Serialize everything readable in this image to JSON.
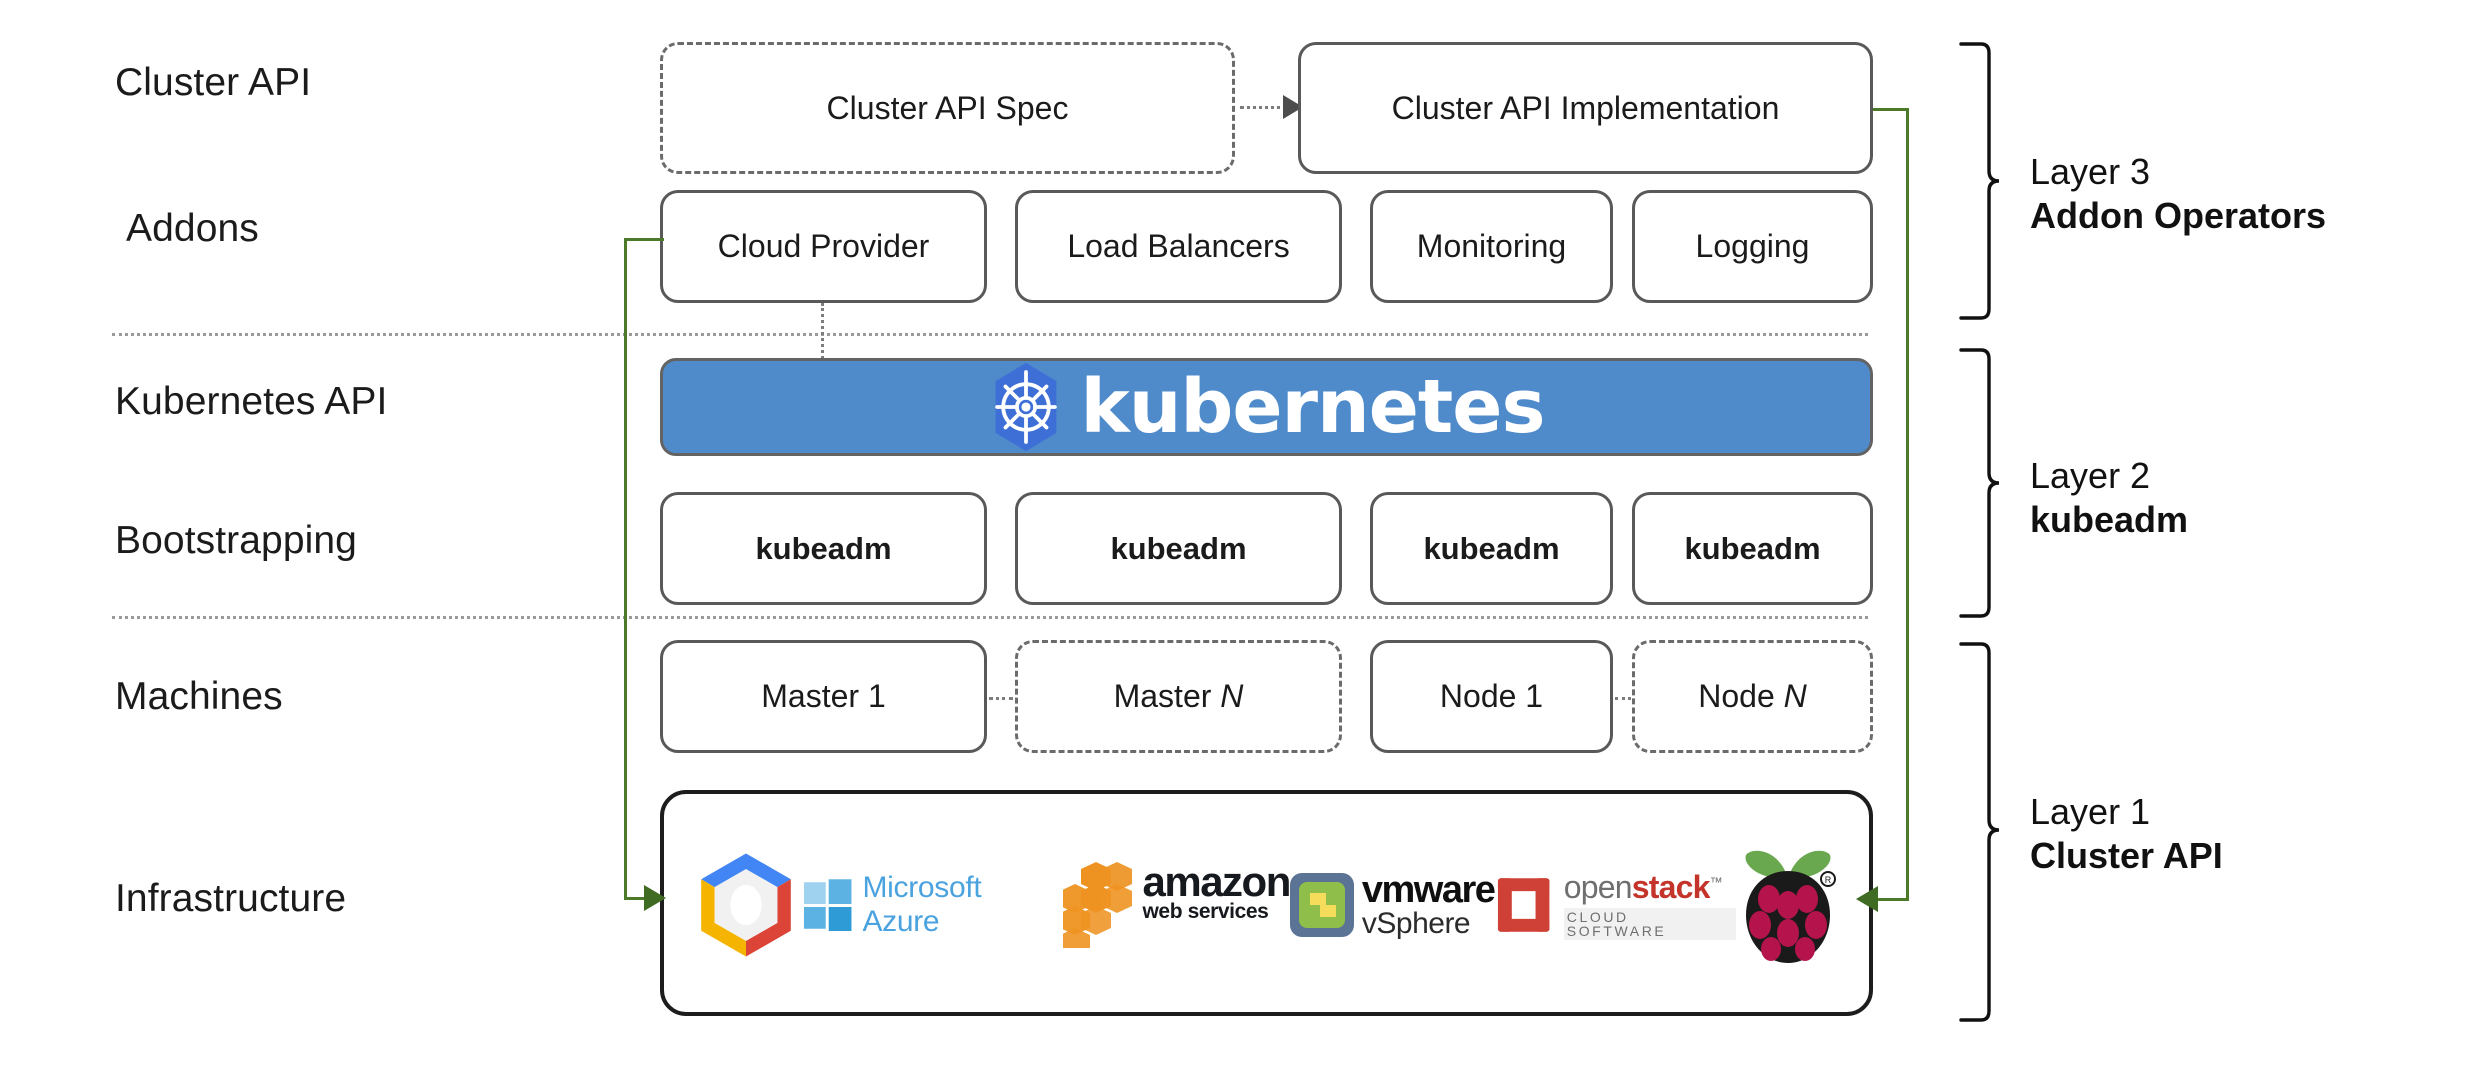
{
  "diagram": {
    "title": "Kubernetes Cluster API layered architecture",
    "accent_green": "#4c7a2a",
    "k8s_blue": "#4f8bcb",
    "k8s_logo_blue": "#3d6fd6",
    "box_border": "#595959"
  },
  "row_labels": [
    {
      "id": "cluster-api",
      "text": "Cluster API"
    },
    {
      "id": "addons",
      "text": "Addons"
    },
    {
      "id": "kubernetes-api",
      "text": "Kubernetes API"
    },
    {
      "id": "bootstrapping",
      "text": "Bootstrapping"
    },
    {
      "id": "machines",
      "text": "Machines"
    },
    {
      "id": "infrastructure",
      "text": "Infrastructure"
    }
  ],
  "cluster_api_row": {
    "spec": {
      "label": "Cluster API Spec",
      "style": "dashed"
    },
    "implementation": {
      "label": "Cluster API Implementation",
      "style": "solid"
    },
    "connector": "dotted-arrow-right"
  },
  "addons_row": [
    {
      "label": "Cloud Provider"
    },
    {
      "label": "Load Balancers"
    },
    {
      "label": "Monitoring"
    },
    {
      "label": "Logging"
    }
  ],
  "kubernetes_banner": {
    "wordmark": "kubernetes",
    "logo_icon": "kubernetes-helm-wheel-icon"
  },
  "bootstrapping_row": [
    {
      "label": "kubeadm"
    },
    {
      "label": "kubeadm"
    },
    {
      "label": "kubeadm"
    },
    {
      "label": "kubeadm"
    }
  ],
  "machines_row": [
    {
      "label": "Master 1",
      "label_plain": "Master ",
      "label_italic": "",
      "style": "solid"
    },
    {
      "label": "Master N",
      "label_plain": "Master ",
      "label_italic": "N",
      "style": "dashed"
    },
    {
      "label": "Node 1",
      "label_plain": "Node ",
      "label_italic": "",
      "style": "solid"
    },
    {
      "label": "Node N",
      "label_plain": "Node ",
      "label_italic": "N",
      "style": "dashed"
    }
  ],
  "infrastructure_logos": [
    {
      "id": "gcp",
      "name": "google-cloud-platform-logo",
      "text": ""
    },
    {
      "id": "azure",
      "name": "microsoft-azure-logo",
      "text": "Microsoft Azure"
    },
    {
      "id": "aws",
      "name": "amazon-web-services-logo",
      "text": "amazon",
      "subtext": "web services"
    },
    {
      "id": "vmware",
      "name": "vmware-vsphere-logo",
      "text": "vmware",
      "subtext": "vSphere"
    },
    {
      "id": "openstack",
      "name": "openstack-logo",
      "text_a": "open",
      "text_b": "stack",
      "subtext": "CLOUD SOFTWARE"
    },
    {
      "id": "raspberrypi",
      "name": "raspberry-pi-logo",
      "text": ""
    }
  ],
  "layers": [
    {
      "id": "layer-3",
      "number": "Layer 3",
      "name": "Addon Operators"
    },
    {
      "id": "layer-2",
      "number": "Layer 2",
      "name": "kubeadm"
    },
    {
      "id": "layer-1",
      "number": "Layer 1",
      "name": "Cluster API"
    }
  ]
}
